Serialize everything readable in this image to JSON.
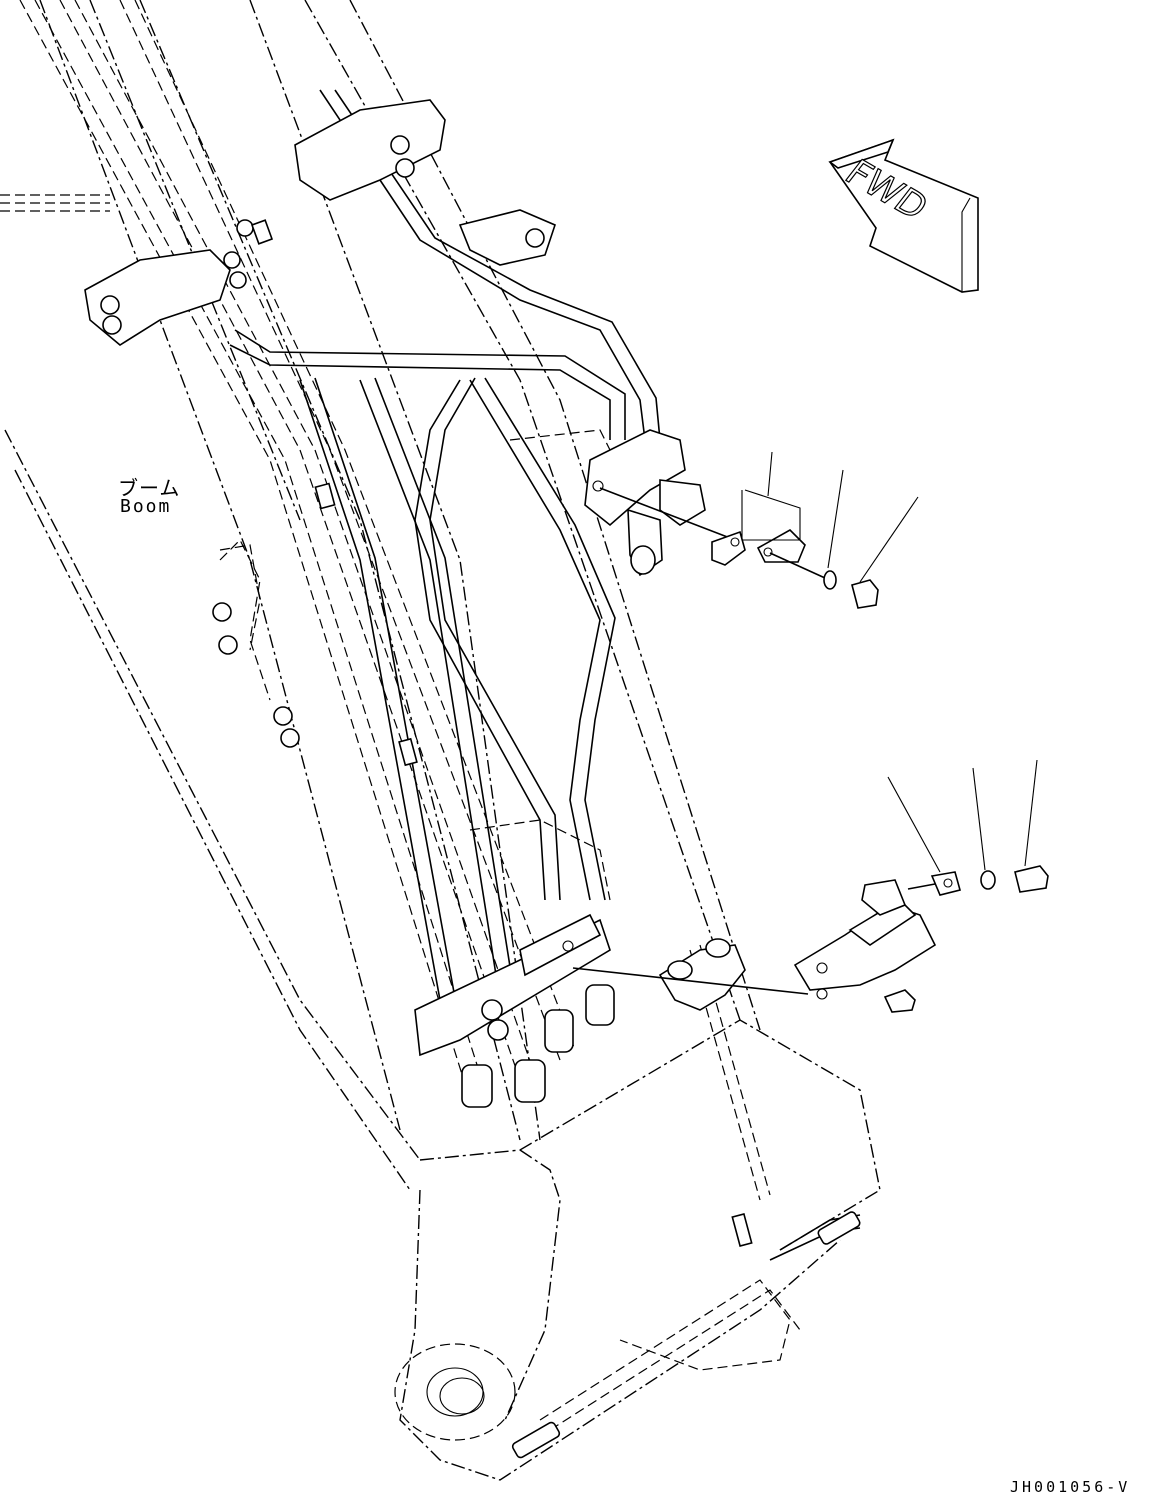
{
  "labels": {
    "boom_jp": "ブーム",
    "boom_en": "Boom",
    "fwd": "FWD",
    "drawing_id": "JH001056-V"
  },
  "colors": {
    "line": "#000000",
    "background": "#ffffff"
  }
}
